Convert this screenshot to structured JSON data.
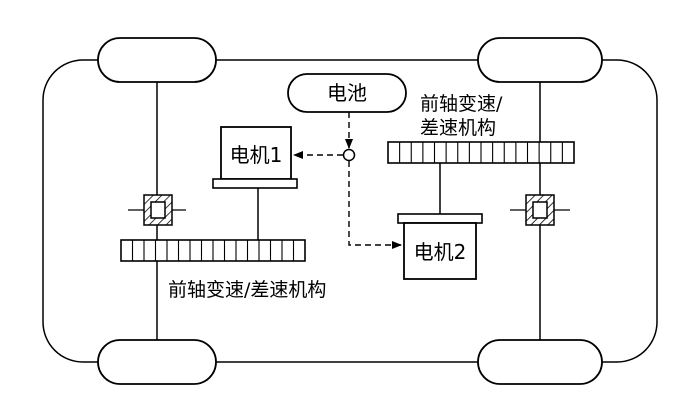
{
  "labels": {
    "battery": "电池",
    "motor1": "电机1",
    "motor2": "电机2",
    "front_gear_line1": "前轴变速/",
    "front_gear_line2": "差速机构",
    "rear_gear": "前轴变速/差速机构"
  },
  "colors": {
    "stroke": "#000000",
    "background": "#ffffff"
  }
}
